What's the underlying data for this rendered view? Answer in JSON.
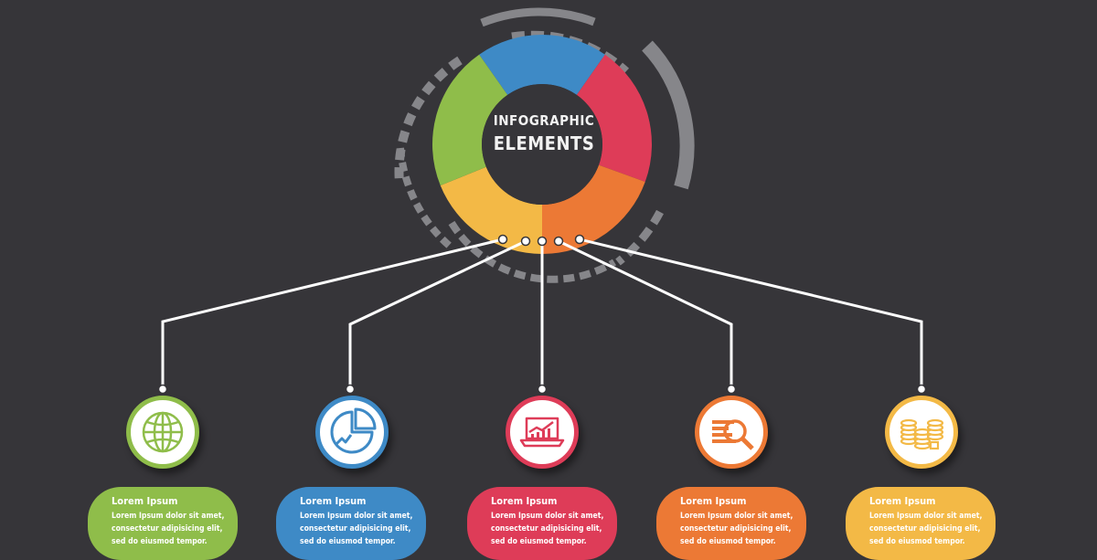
{
  "title": {
    "line1": "INFOGRAPHIC",
    "line2": "ELEMENTS"
  },
  "colors": {
    "background": "#363539",
    "green": "#8fbd4a",
    "blue": "#3e8ac6",
    "red": "#de3c58",
    "orange": "#ec7935",
    "yellow": "#f3b946",
    "arc_gray": "#86868a"
  },
  "items": [
    {
      "color": "#8fbd4a",
      "icon": "globe-icon",
      "heading": "Lorem Ipsum",
      "body": [
        "Lorem Ipsum dolor sit amet,",
        "consectetur adipisicing elit,",
        "sed do eiusmod tempor."
      ]
    },
    {
      "color": "#3e8ac6",
      "icon": "pie-chart-icon",
      "heading": "Lorem Ipsum",
      "body": [
        "Lorem Ipsum dolor sit amet,",
        "consectetur adipisicing elit,",
        "sed do eiusmod tempor."
      ]
    },
    {
      "color": "#de3c58",
      "icon": "laptop-chart-icon",
      "heading": "Lorem Ipsum",
      "body": [
        "Lorem Ipsum dolor sit amet,",
        "consectetur adipisicing elit,",
        "sed do eiusmod tempor."
      ]
    },
    {
      "color": "#ec7935",
      "icon": "magnifier-icon",
      "heading": "Lorem Ipsum",
      "body": [
        "Lorem Ipsum dolor sit amet,",
        "consectetur adipisicing elit,",
        "sed do eiusmod tempor."
      ]
    },
    {
      "color": "#f3b946",
      "icon": "coins-icon",
      "heading": "Lorem Ipsum",
      "body": [
        "Lorem Ipsum dolor sit amet,",
        "consectetur adipisicing elit,",
        "sed do eiusmod tempor."
      ]
    }
  ]
}
